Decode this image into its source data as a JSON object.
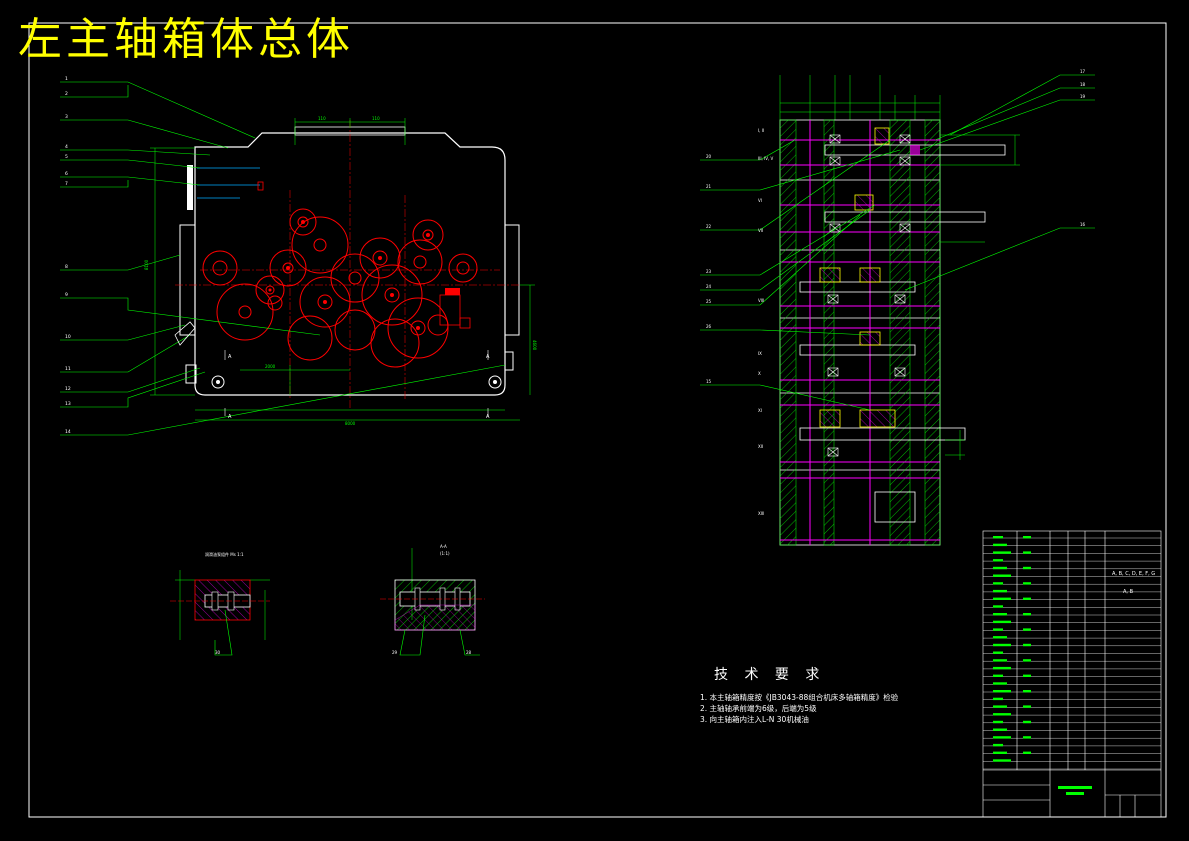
{
  "title": "左主轴箱体总体",
  "tech": {
    "heading": "技 术 要 求",
    "lines": [
      "1. 本主轴箱精度按《JB3043-88组合机床多轴箱精度》检验",
      "2. 主轴轴承前端为6级，后端为5级",
      "3. 向主轴箱内注入L-N 30机械油"
    ]
  },
  "titleblock": {
    "note1": "A, B, C, D, E, F, G",
    "note2": "A, B"
  },
  "colors": {
    "frame": "#ffffff",
    "title": "#ffff00",
    "outline": "#ffffff",
    "gear": "#ff0000",
    "centerline": "#ff0000",
    "dimension": "#00ff00",
    "hatch": "#ff00ff",
    "yellow": "#ffff00"
  }
}
